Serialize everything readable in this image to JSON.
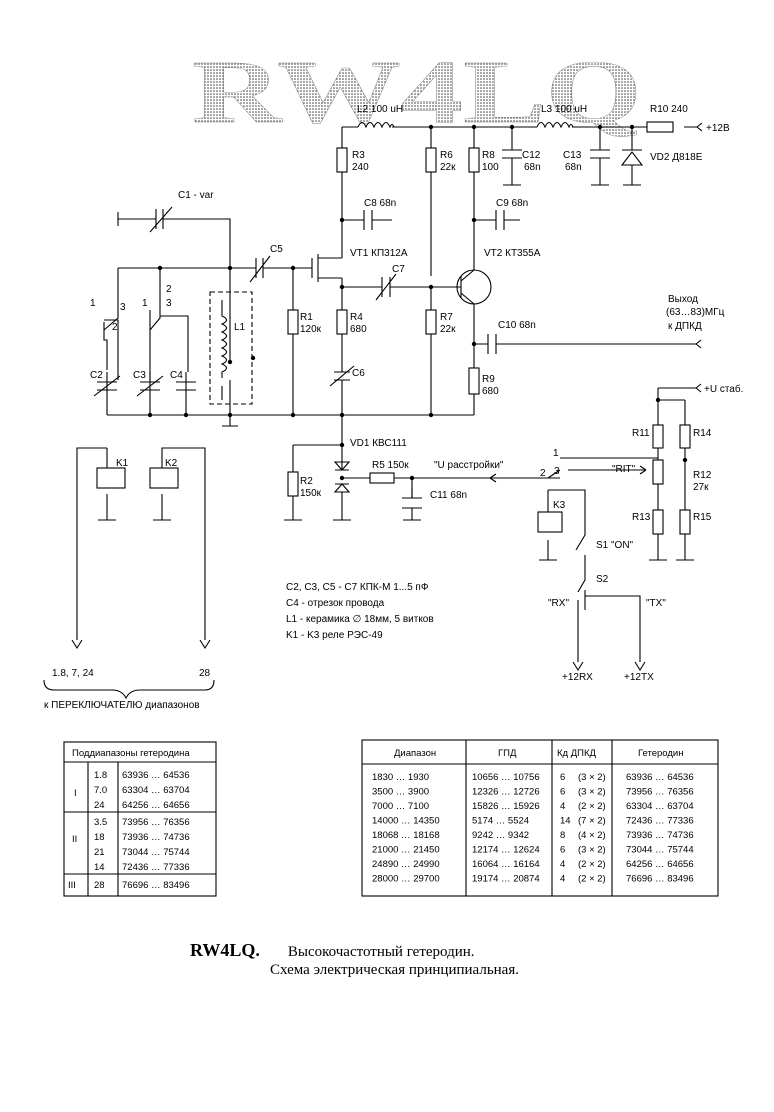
{
  "logo": "RW4LQ",
  "labels": {
    "l2": "L2 100 uH",
    "l3": "L3 100 uH",
    "r10": "R10 240",
    "plus12v": "+12В",
    "r3": "R3",
    "r3v": "240",
    "r6": "R6",
    "r6v": "22к",
    "r8": "R8",
    "r8v": "100",
    "c12": "C12",
    "c12v": "68n",
    "c13": "C13",
    "c13v": "68n",
    "vd2": "VD2  Д818Е",
    "c1": "C1 - var",
    "c8": "C8 68n",
    "c9": "C9 68n",
    "c5": "C5",
    "vt1": "VT1  КП312А",
    "vt2": "VT2  КТ355А",
    "c7": "C7",
    "out1": "Выход",
    "out2": "(63…83)МГц",
    "out3": "к ДПКД",
    "l1": "L1",
    "r1": "R1",
    "r1v": "120к",
    "r4": "R4",
    "r4v": "680",
    "r7": "R7",
    "r7v": "22к",
    "c10": "C10  68n",
    "c6": "C6",
    "c2": "C2",
    "c3": "C3",
    "c4": "C4",
    "r9": "R9",
    "r9v": "680",
    "ustab": "+U стаб.",
    "r11": "R11",
    "r14": "R14",
    "vd1": "VD1  КВС111",
    "k1": "K1",
    "k2": "K2",
    "r2": "R2",
    "r2v": "150к",
    "r5": "R5  150к",
    "urast": "\"U расстройки\"",
    "c11": "C11  68n",
    "rit": "\"RIT\"",
    "r12": "R12",
    "r12v": "27к",
    "r13": "R13",
    "r15": "R15",
    "k3": "K3",
    "s1": "S1 \"ON\"",
    "s2": "S2",
    "rx": "\"RX\"",
    "tx": "\"TX\"",
    "rx12": "+12RX",
    "tx12": "+12TX",
    "n1": "1",
    "n2": "2",
    "n3": "3",
    "sw_a1": "1",
    "sw_a2": "2",
    "sw_a3": "3",
    "sw_b1": "1",
    "sw_b2": "2",
    "sw_b3": "3",
    "band_left": "1.8, 7, 24",
    "band_right": "28",
    "switch_note": "к ПЕРЕКЛЮЧАТЕЛЮ  диапазонов"
  },
  "notes": [
    "C2, C3, C5 - C7    КПК-М  1...5 пФ",
    "C4 - отрезок провода",
    "L1 - керамика  ∅ 18мм,  5 витков",
    "K1 - K3    реле  РЭС-49"
  ],
  "table_left": {
    "header": "Поддиапазоны  гетеродина",
    "groups": [
      {
        "roman": "I",
        "rows": [
          [
            "1.8",
            "63936 … 64536"
          ],
          [
            "7.0",
            "63304 … 63704"
          ],
          [
            "24",
            "64256 … 64656"
          ]
        ]
      },
      {
        "roman": "II",
        "rows": [
          [
            "3.5",
            "73956 … 76356"
          ],
          [
            "18",
            "73936 … 74736"
          ],
          [
            "21",
            "73044 … 75744"
          ],
          [
            "14",
            "72436 … 77336"
          ]
        ]
      },
      {
        "roman": "III",
        "rows": [
          [
            "28",
            "76696 … 83496"
          ]
        ]
      }
    ]
  },
  "table_right": {
    "headers": [
      "Диапазон",
      "ГПД",
      "Кд  ДПКД",
      "Гетеродин"
    ],
    "rows": [
      [
        "1830 …  1930",
        "10656 … 10756",
        "6",
        "(3 × 2)",
        "63936 … 64536"
      ],
      [
        "3500 …  3900",
        "12326 … 12726",
        "6",
        "(3 × 2)",
        "73956 … 76356"
      ],
      [
        "7000 …  7100",
        "15826 … 15926",
        "4",
        "(2 × 2)",
        "63304 … 63704"
      ],
      [
        "14000 … 14350",
        "5174 …  5524",
        "14",
        "(7 × 2)",
        "72436 … 77336"
      ],
      [
        "18068 … 18168",
        "9242 …  9342",
        "8",
        "(4 × 2)",
        "73936 … 74736"
      ],
      [
        "21000 … 21450",
        "12174 … 12624",
        "6",
        "(3 × 2)",
        "73044 … 75744"
      ],
      [
        "24890 … 24990",
        "16064 … 16164",
        "4",
        "(2 × 2)",
        "64256 … 64656"
      ],
      [
        "28000 … 29700",
        "19174 … 20874",
        "4",
        "(2 × 2)",
        "76696 … 83496"
      ]
    ]
  },
  "caption": {
    "author": "RW4LQ.",
    "line1": "Высокочастотный  гетеродин.",
    "line2": "Схема  электрическая  принципиальная."
  }
}
